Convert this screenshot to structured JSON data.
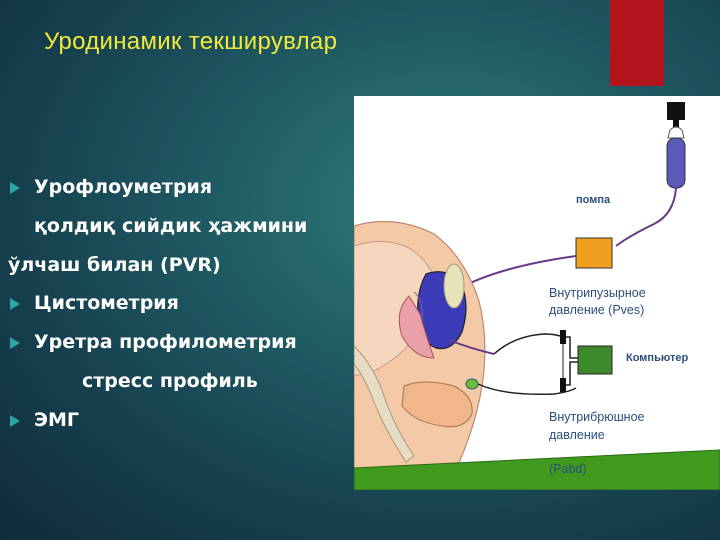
{
  "slide": {
    "title": "Уродинамик текширувлар"
  },
  "bullets": [
    {
      "text": "Урофлоуметрия",
      "marker": true
    },
    {
      "text": "қолдиқ сийдик ҳажмини",
      "marker": false
    },
    {
      "text": "ўлчаш билан (PVR)",
      "marker": false
    },
    {
      "text": "Цистометрия",
      "marker": true
    },
    {
      "text": "Уретра профилометрия",
      "marker": true
    },
    {
      "text": "стресс профиль",
      "marker": false
    },
    {
      "text": "ЭМГ",
      "marker": true
    }
  ],
  "figure": {
    "labels": {
      "pump": "помпа",
      "computer": "Компьютер",
      "pves_line1": "Внутрипузырное",
      "pves_line2": "давление   (Pves)",
      "pabd_line1": "Внутрибрюшное",
      "pabd_line2": "давление",
      "pabd_line3": "(Pabd)"
    }
  },
  "colors": {
    "title": "#f2ea3a",
    "bullet_text": "#ffffff",
    "bullet_marker": "#2fa3a0",
    "accent_red": "#b3141b",
    "pump_box": "#f0a01e",
    "computer_box": "#3d8a2a",
    "table_bar": "#3f9a1e",
    "label_text": "#2b4f7c"
  }
}
